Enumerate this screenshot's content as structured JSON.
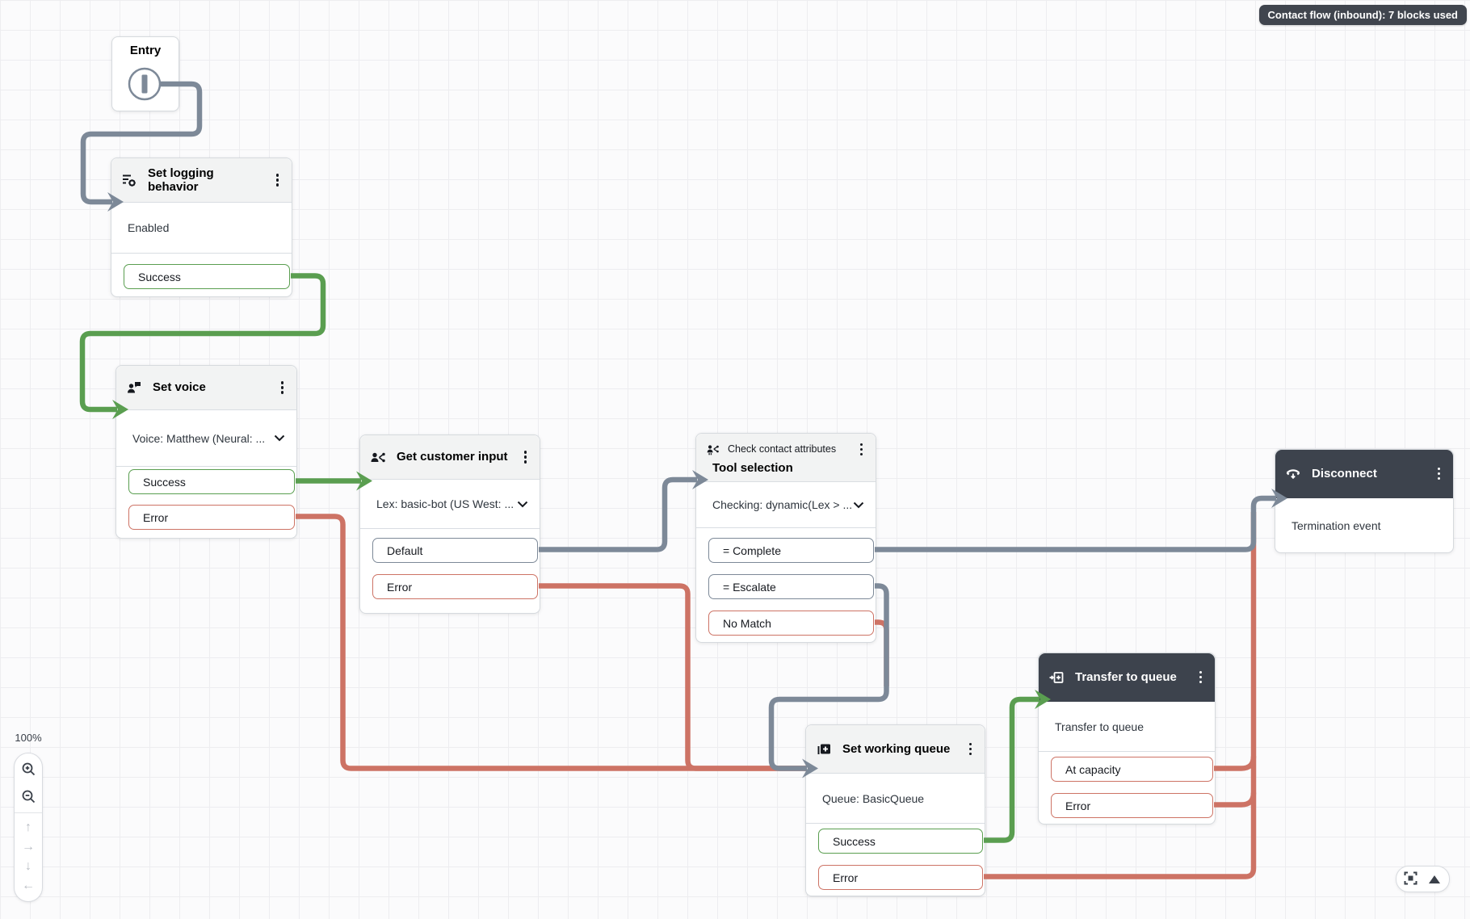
{
  "banner": {
    "label": "Contact flow (inbound): 7 blocks used"
  },
  "canvas": {
    "zoom_level": "100%"
  },
  "colors": {
    "success": "#5a9e50",
    "error": "#cd7365",
    "neutral": "#7d8998",
    "dark_header": "#3d434d",
    "banner_bg": "#40454e"
  },
  "icons": {
    "menu": "kebab-vertical",
    "dropdown": "chevron-down",
    "zoom_in": "magnifier-plus",
    "zoom_out": "magnifier-minus",
    "pan_up": "arrow-up",
    "pan_right": "arrow-right",
    "pan_down": "arrow-down",
    "pan_left": "arrow-left",
    "fit": "fit-to-screen",
    "expand": "triangle-up"
  },
  "pan_glyphs": {
    "up": "↑",
    "right": "→",
    "down": "↓",
    "left": "←"
  },
  "nodes": {
    "entry": {
      "title": "Entry"
    },
    "set_logging_behavior": {
      "title": "Set logging behavior",
      "value": "Enabled",
      "ports": {
        "success": "Success"
      }
    },
    "set_voice": {
      "title": "Set voice",
      "value": "Voice: Matthew (Neural: ...",
      "ports": {
        "success": "Success",
        "error": "Error"
      }
    },
    "get_customer_input": {
      "title": "Get customer input",
      "value": "Lex: basic-bot (US West: ...",
      "ports": {
        "default": "Default",
        "error": "Error"
      }
    },
    "check_contact_attributes": {
      "category": "Check contact attributes",
      "title": "Tool selection",
      "value": "Checking: dynamic(Lex > ...",
      "ports": {
        "complete": "= Complete",
        "escalate": "= Escalate",
        "no_match": "No Match"
      }
    },
    "disconnect": {
      "title": "Disconnect",
      "value": "Termination event"
    },
    "transfer_to_queue": {
      "title": "Transfer to queue",
      "value": "Transfer to queue",
      "ports": {
        "at_capacity": "At capacity",
        "error": "Error"
      }
    },
    "set_working_queue": {
      "title": "Set working queue",
      "value": "Queue: BasicQueue",
      "ports": {
        "success": "Success",
        "error": "Error"
      }
    }
  }
}
